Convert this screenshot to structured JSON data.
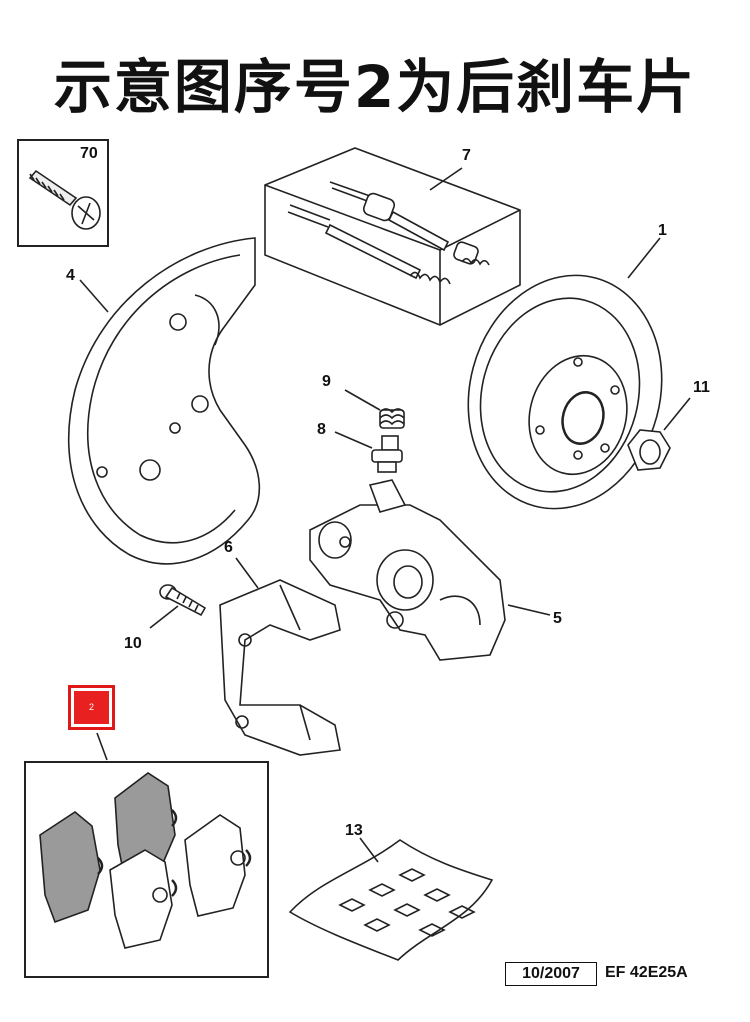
{
  "title": "示意图序号2为后刹车片",
  "labels": {
    "screw_box": "70",
    "guide_kit": "7",
    "disc": "1",
    "backplate": "4",
    "nut": "11",
    "spring": "9",
    "bleeder": "8",
    "bracket": "6",
    "caliper": "5",
    "bolt": "10",
    "pads_highlight": "2",
    "grease_sheet": "13"
  },
  "footer": {
    "date": "10/2007",
    "code": "EF 42E25A"
  },
  "colors": {
    "highlight": "#e01818",
    "line": "#222222",
    "pad_fill": "#9a9a9a"
  }
}
